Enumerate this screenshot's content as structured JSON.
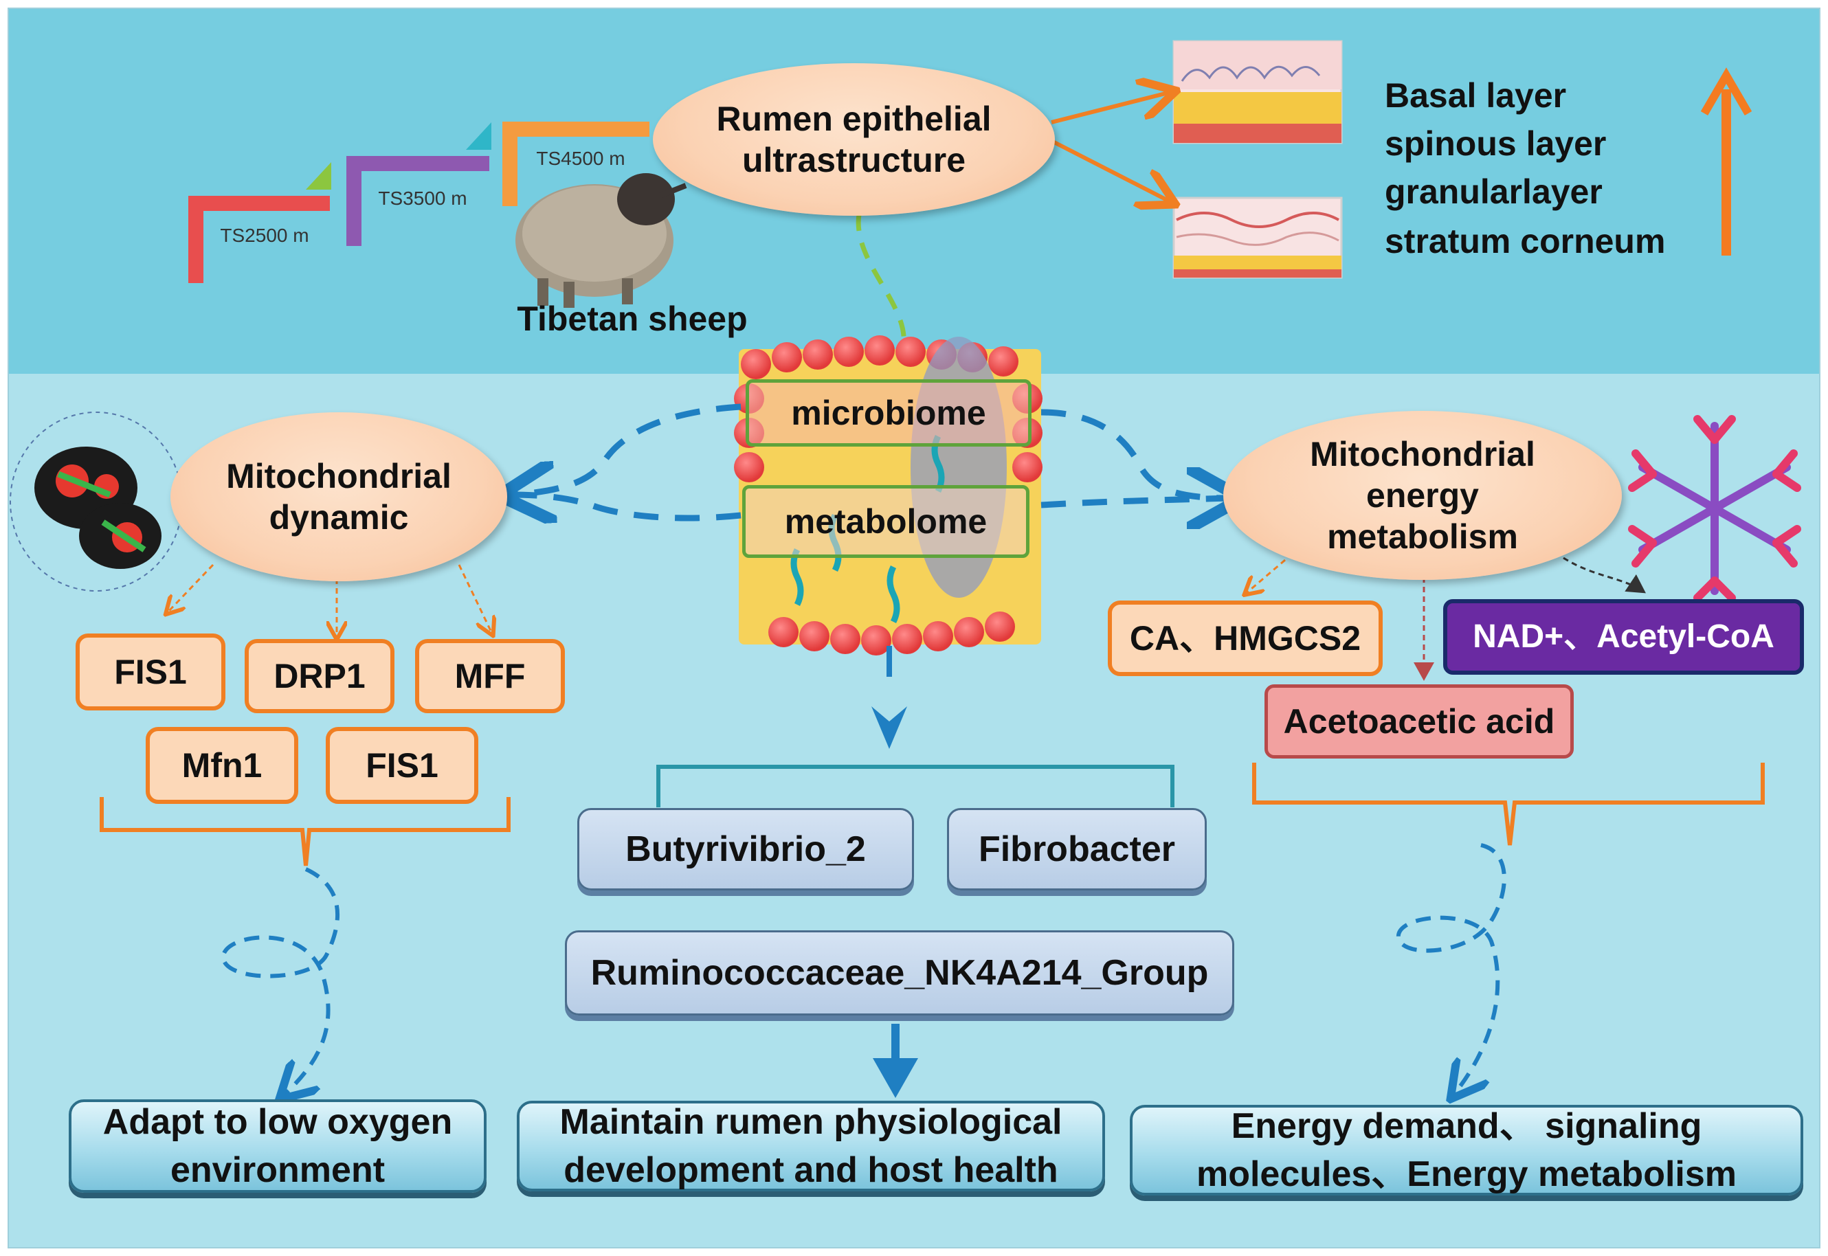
{
  "top": {
    "altitudes": [
      "TS2500 m",
      "TS3500 m",
      "TS4500 m"
    ],
    "sheep_label": "Tibetan sheep",
    "rumen_title": "Rumen epithelial ultrastructure",
    "layers": [
      "Basal layer",
      "spinous layer",
      "granularlayer",
      "stratum corneum"
    ]
  },
  "center": {
    "microbiome": "microbiome",
    "metabolome": "metabolome",
    "taxa": [
      "Butyrivibrio_2",
      "Fibrobacter",
      "Ruminococcaceae_NK4A214_Group"
    ],
    "outcome": "Maintain rumen physiological development and host health"
  },
  "left": {
    "title": "Mitochondrial dynamic",
    "genes_row1": [
      "FIS1",
      "DRP1",
      "MFF"
    ],
    "genes_row2": [
      "Mfn1",
      "FIS1"
    ],
    "outcome": "Adapt to low oxygen environment"
  },
  "right": {
    "title": "Mitochondrial energy metabolism",
    "items": [
      "CA、HMGCS2",
      "NAD+、Acetyl-CoA",
      "Acetoacetic acid"
    ],
    "outcome": "Energy demand、 signaling molecules、Energy metabolism"
  },
  "colors": {
    "top_band": "#76cde0",
    "main_band": "#aee1ec",
    "orange": "#f07f23",
    "dashed_blue": "#1f7fc2",
    "purple_box": "#6a2aa2",
    "red_box": "#f2a1a0"
  }
}
